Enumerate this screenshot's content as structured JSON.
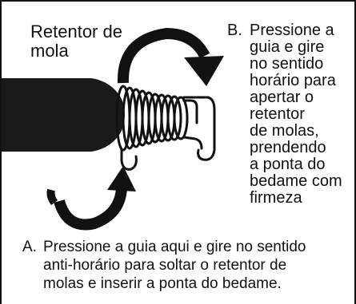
{
  "labels": {
    "spring_retainer": "Retentor de\nmola",
    "b_prefix": "B.",
    "b_text": "Pressione a\nguia e gire\nno sentido\nhorário para\napertar o\nretentor\nde molas,\nprendendo\na ponta do\nbedame com\nfirmeza",
    "a_prefix": "A.",
    "a_text": "Pressione a guia aqui e gire no sentido\nanti-horário para soltar o retentor de\nmolas e inserir a ponta do bedame."
  },
  "colors": {
    "ink": "#111111",
    "handle": "#1a1a1a",
    "background": "#ffffff"
  },
  "icons": {
    "top_arrow": "clockwise-arc-arrow-icon",
    "bottom_arrow": "counterclockwise-arc-arrow-icon"
  }
}
